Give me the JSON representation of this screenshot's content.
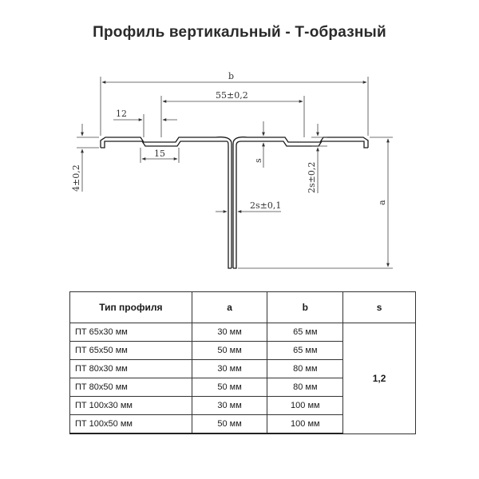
{
  "title": "Профиль вертикальный - Т-образный",
  "drawing": {
    "dim_b": "b",
    "dim_55": "55±0,2",
    "dim_12": "12",
    "dim_15": "15",
    "dim_4": "4±0,2",
    "dim_s": "s",
    "dim_2s_vert": "2s±0,2",
    "dim_2s": "2s±0,1",
    "dim_a": "a"
  },
  "table": {
    "headers": [
      "Тип профиля",
      "a",
      "b",
      "s"
    ],
    "rows": [
      {
        "name": "ПТ 65х30 мм",
        "a": "30 мм",
        "b": "65 мм"
      },
      {
        "name": "ПТ 65х50 мм",
        "a": "50 мм",
        "b": "65 мм"
      },
      {
        "name": "ПТ 80х30 мм",
        "a": "30 мм",
        "b": "80 мм"
      },
      {
        "name": "ПТ 80х50 мм",
        "a": "50 мм",
        "b": "80 мм"
      },
      {
        "name": "ПТ 100х30 мм",
        "a": "30 мм",
        "b": "100 мм"
      },
      {
        "name": "ПТ 100х50 мм",
        "a": "50 мм",
        "b": "100 мм"
      }
    ],
    "s_value": "1,2"
  }
}
